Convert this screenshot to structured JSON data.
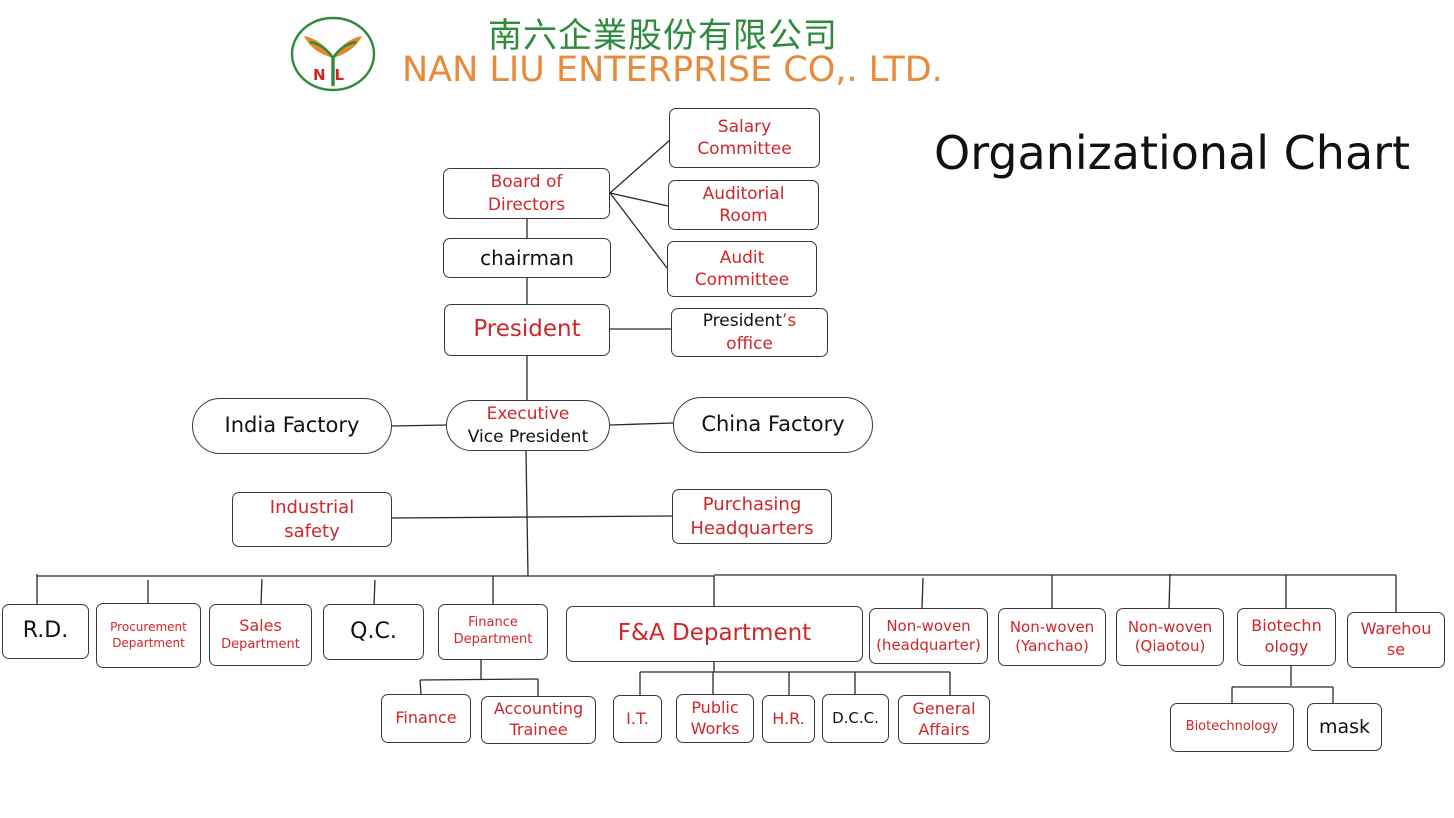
{
  "header": {
    "company_name_cn": "南六企業股份有限公司",
    "company_name_en": "NAN LIU ENTERPRISE CO,. LTD.",
    "logo_letters": "NL",
    "logo_icon": "sprout-icon"
  },
  "title": "Organizational Chart",
  "colors": {
    "accent_red": "#d0262a",
    "brand_green": "#2e8b3d",
    "brand_orange": "#e98a3a",
    "text_black": "#111111"
  },
  "nodes": {
    "salary_committee": [
      "Salary",
      "Committee"
    ],
    "board_of_directors": [
      "Board of",
      "Directors"
    ],
    "auditorial_room": [
      "Auditorial",
      "Room"
    ],
    "chairman": "chairman",
    "audit_committee": [
      "Audit",
      "Committee"
    ],
    "president": "President",
    "presidents_office": {
      "part1": "President",
      "part2": "’s",
      "line2": "office"
    },
    "india_factory": "India Factory",
    "executive_vp": {
      "line1": "Executive",
      "line2": "Vice President"
    },
    "china_factory": "China Factory",
    "industrial_safety": [
      "Industrial",
      "safety"
    ],
    "purchasing_hq": [
      "Purchasing",
      "Headquarters"
    ],
    "rd": "R.D.",
    "procurement": [
      "Procurement",
      "Department"
    ],
    "sales": [
      "Sales",
      "Department"
    ],
    "qc": "Q.C.",
    "finance_dept": [
      "Finance",
      "Department"
    ],
    "fa_dept": "F&A Department",
    "nonwoven_hq": [
      "Non-woven",
      "(headquarter)"
    ],
    "nonwoven_yanchao": [
      "Non-woven",
      "(Yanchao)"
    ],
    "nonwoven_qiaotou": [
      "Non-woven",
      "(Qiaotou)"
    ],
    "biotechnology_parent": [
      "Biotechn",
      "ology"
    ],
    "warehouse": [
      "Warehou",
      "se"
    ],
    "finance": "Finance",
    "accounting_trainee": [
      "Accounting",
      "Trainee"
    ],
    "it": "I.T.",
    "public_works": [
      "Public",
      "Works"
    ],
    "hr": "H.R.",
    "dcc": "D.C.C.",
    "general_affairs": [
      "General",
      "Affairs"
    ],
    "biotechnology": "Biotechnology",
    "mask": "mask"
  }
}
